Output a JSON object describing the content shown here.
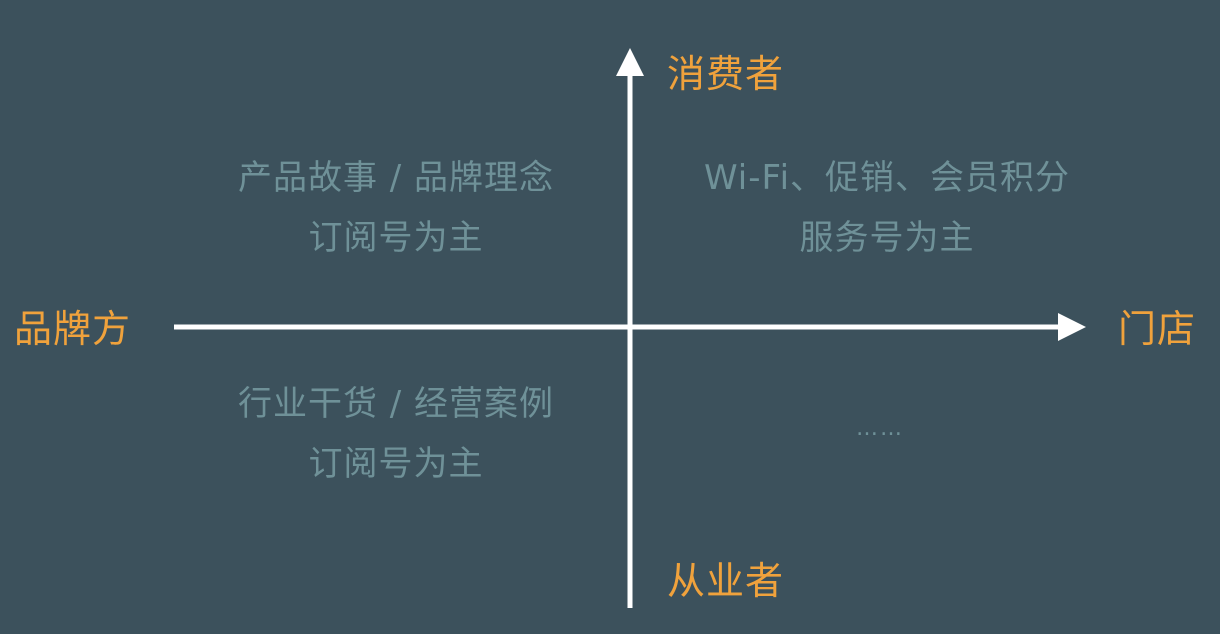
{
  "axes": {
    "top_label": "消费者",
    "bottom_label": "从业者",
    "left_label": "品牌方",
    "right_label": "门店"
  },
  "quadrants": {
    "top_left": {
      "line1": "产品故事 / 品牌理念",
      "line2": "订阅号为主"
    },
    "top_right": {
      "line1": "Wi-Fi、促销、会员积分",
      "line2": "服务号为主"
    },
    "bottom_left": {
      "line1": "行业干货 / 经营案例",
      "line2": "订阅号为主"
    },
    "bottom_right": {
      "line1": "……"
    }
  },
  "colors": {
    "background": "#3c515c",
    "axis": "#ffffff",
    "axis_label": "#f0a23c",
    "quadrant_text": "#6f9198"
  }
}
